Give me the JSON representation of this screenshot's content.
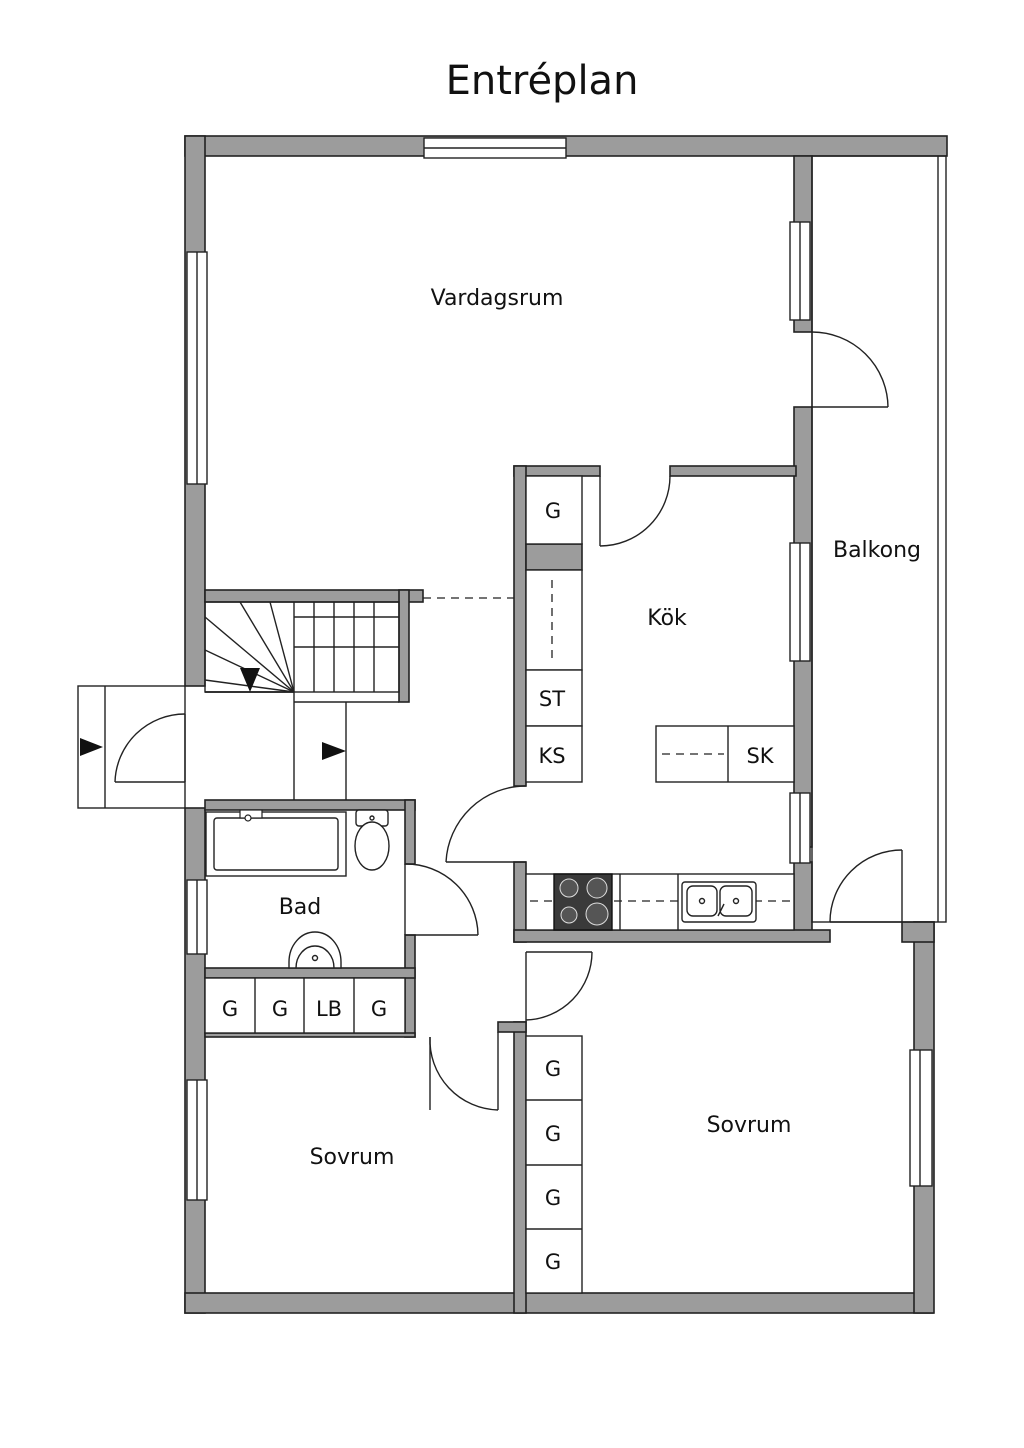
{
  "title": "Entréplan",
  "rooms": {
    "vardagsrum": "Vardagsrum",
    "kok": "Kök",
    "balkong": "Balkong",
    "bad": "Bad",
    "sovrum_left": "Sovrum",
    "sovrum_right": "Sovrum"
  },
  "fixtures": {
    "kok_closet": "G",
    "st": "ST",
    "ks": "KS",
    "sk": "SK",
    "hall_closets": [
      "G",
      "G",
      "LB",
      "G"
    ],
    "sovrum_closets": [
      "G",
      "G",
      "G",
      "G"
    ]
  },
  "colors": {
    "wall": "#9c9c9c",
    "stove": "#3a3a3a"
  }
}
